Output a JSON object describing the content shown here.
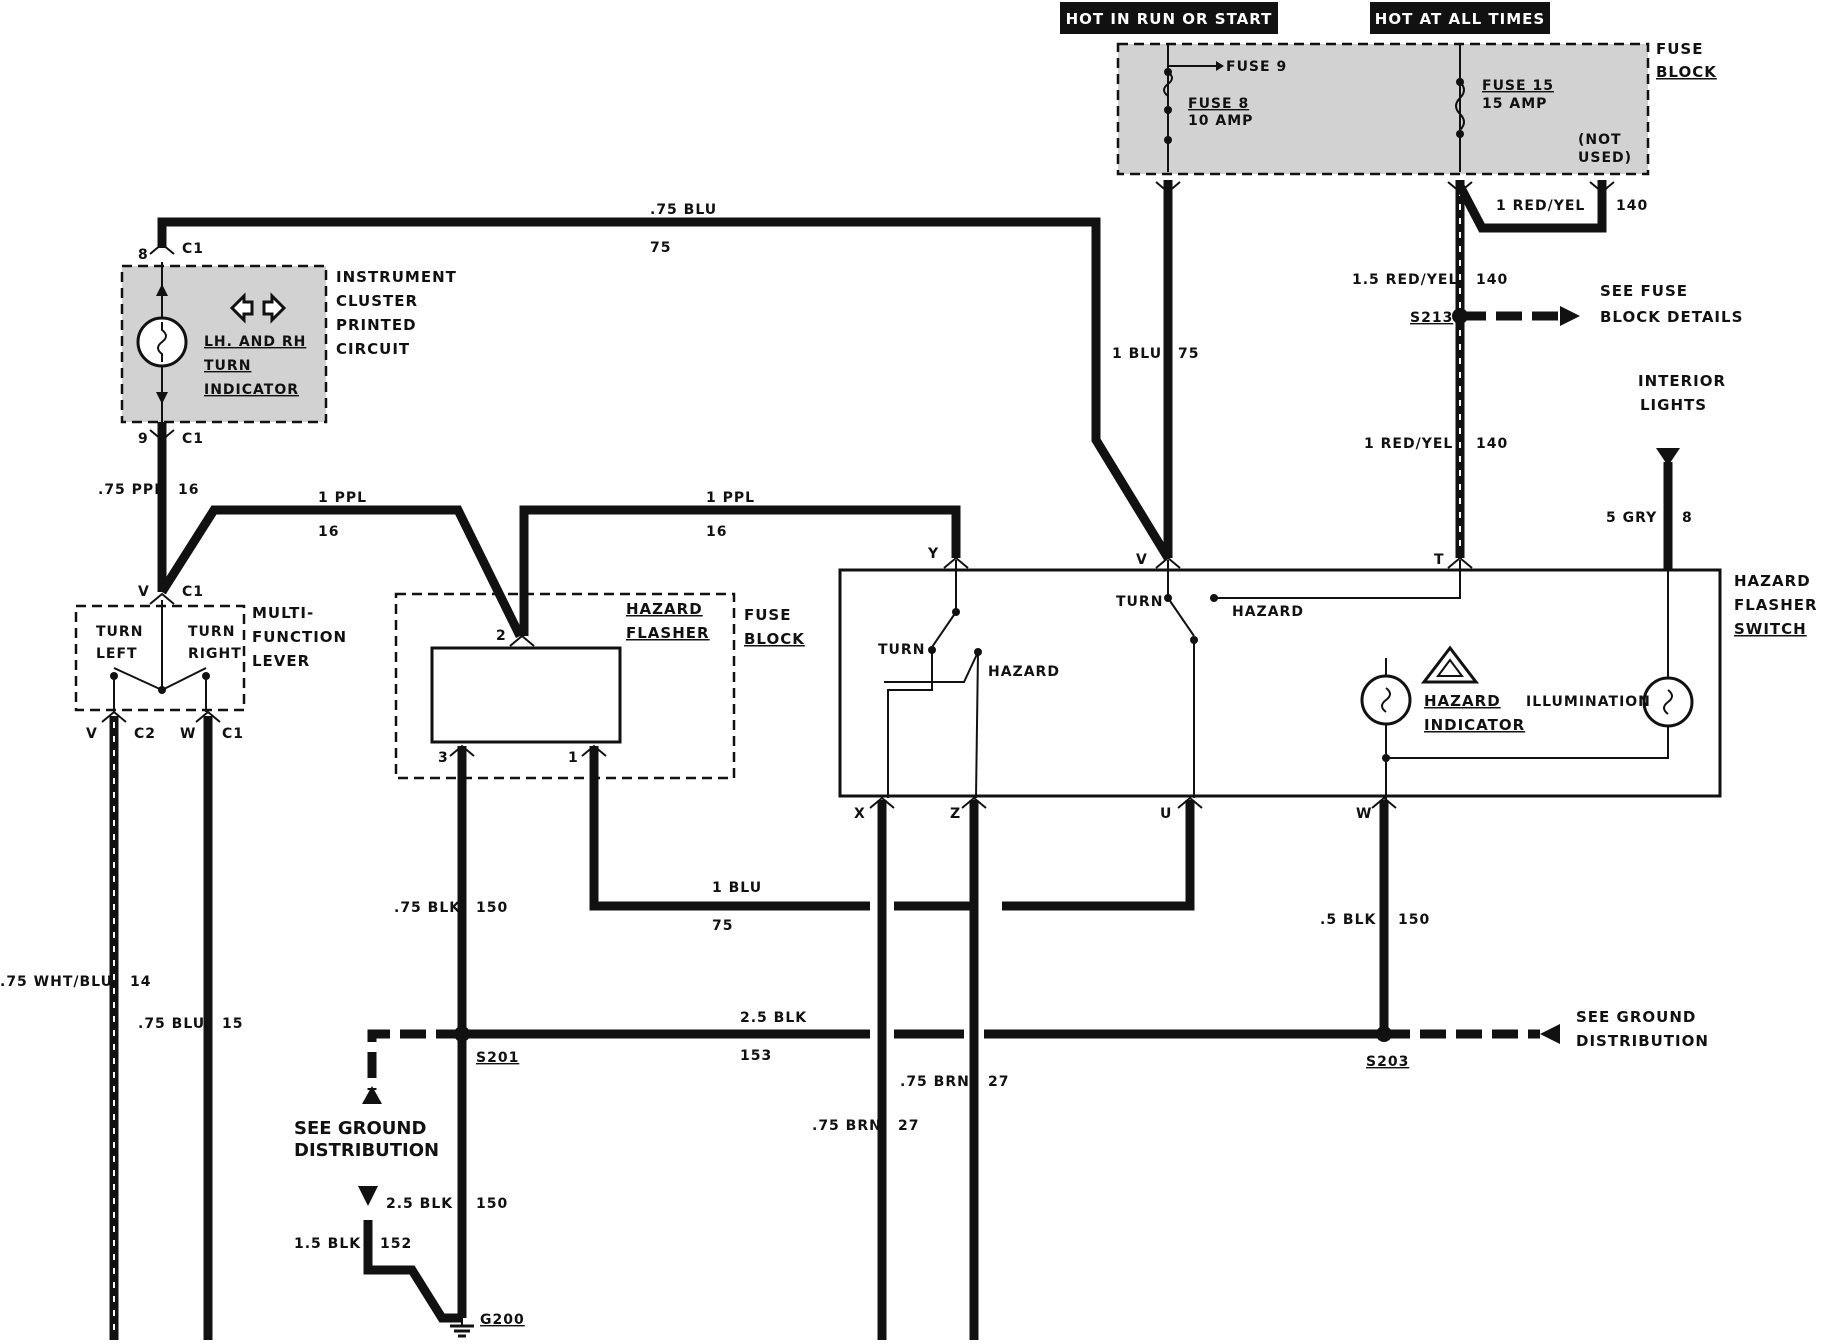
{
  "headers": {
    "hot_run_start": "HOT IN RUN OR START",
    "hot_all_times": "HOT AT ALL TIMES"
  },
  "fuse_block_top": {
    "title_line1": "FUSE",
    "title_line2": "BLOCK",
    "fuse9": "FUSE 9",
    "fuse8_line1": "FUSE 8",
    "fuse8_line2": "10 AMP",
    "fuse15_line1": "FUSE 15",
    "fuse15_line2": "15 AMP",
    "not_used_line1": "(NOT",
    "not_used_line2": "USED)"
  },
  "instrument_cluster": {
    "title_line1": "INSTRUMENT",
    "title_line2": "CLUSTER",
    "title_line3": "PRINTED",
    "title_line4": "CIRCUIT",
    "indicator_line1": "LH. AND RH",
    "indicator_line2": "TURN",
    "indicator_line3": "INDICATOR",
    "pin_top": "8",
    "conn_top": "C1",
    "pin_bottom": "9",
    "conn_bottom": "C1"
  },
  "multifunction": {
    "title_line1": "MULTI-",
    "title_line2": "FUNCTION",
    "title_line3": "LEVER",
    "turn_left_line1": "TURN",
    "turn_left_line2": "LEFT",
    "turn_right_line1": "TURN",
    "turn_right_line2": "RIGHT",
    "pin_v": "V",
    "conn_v": "C1",
    "pin_v2": "V",
    "conn_c2": "C2",
    "pin_w": "W",
    "conn_c1": "C1"
  },
  "hazard_flasher": {
    "title_line1": "HAZARD",
    "title_line2": "FLASHER",
    "block_line1": "FUSE",
    "block_line2": "BLOCK",
    "pin2": "2",
    "pin3": "3",
    "pin1": "1"
  },
  "hazard_switch": {
    "title_line1": "HAZARD",
    "title_line2": "FLASHER",
    "title_line3": "SWITCH",
    "pin_y": "Y",
    "pin_v": "V",
    "pin_t": "T",
    "pin_x": "X",
    "pin_z": "Z",
    "pin_u": "U",
    "pin_w": "W",
    "turn_a": "TURN",
    "hazard_a": "HAZARD",
    "turn_b": "TURN",
    "hazard_b": "HAZARD",
    "indicator_line1": "HAZARD",
    "indicator_line2": "INDICATOR",
    "illumination": "ILLUMINATION"
  },
  "wires": {
    "w75blu_top": ".75 BLU",
    "c75_top": "75",
    "w1blu_v": "1 BLU",
    "c75_v": "75",
    "w1redyel_fuse": "1 RED/YEL",
    "c140_fuse": "140",
    "w15redyel": "1.5 RED/YEL",
    "c140_a": "140",
    "w1redyel_low": "1 RED/YEL",
    "c140_b": "140",
    "w5gry": "5 GRY",
    "c8": "8",
    "w75ppl": ".75 PPL",
    "c16_a": "16",
    "w1ppl_a": "1 PPL",
    "c16_b": "16",
    "w1ppl_b": "1 PPL",
    "c16_c": "16",
    "w75blk": ".75 BLK",
    "c150_a": "150",
    "w1blu_u": "1 BLU",
    "c75_u": "75",
    "w5blk": ".5 BLK",
    "c150_b": "150",
    "w25blk": "2.5 BLK",
    "c153": "153",
    "w75whtblu": ".75 WHT/BLU",
    "c14": "14",
    "w75blu_w": ".75 BLU",
    "c15": "15",
    "w75brn_a": ".75 BRN",
    "c27_a": "27",
    "w75brn_b": ".75 BRN",
    "c27_b": "27",
    "w25blk_g": "2.5 BLK",
    "c150_g": "150",
    "w15blk": "1.5 BLK",
    "c152": "152"
  },
  "splices": {
    "s213": "S213",
    "s201": "S201",
    "s203": "S203",
    "g200": "G200"
  },
  "notes": {
    "see_fuse_line1": "SEE FUSE",
    "see_fuse_line2": "BLOCK DETAILS",
    "interior_line1": "INTERIOR",
    "interior_line2": "LIGHTS",
    "see_ground_r_line1": "SEE GROUND",
    "see_ground_r_line2": "DISTRIBUTION",
    "see_ground_l_line1": "SEE GROUND",
    "see_ground_l_line2": "DISTRIBUTION"
  }
}
